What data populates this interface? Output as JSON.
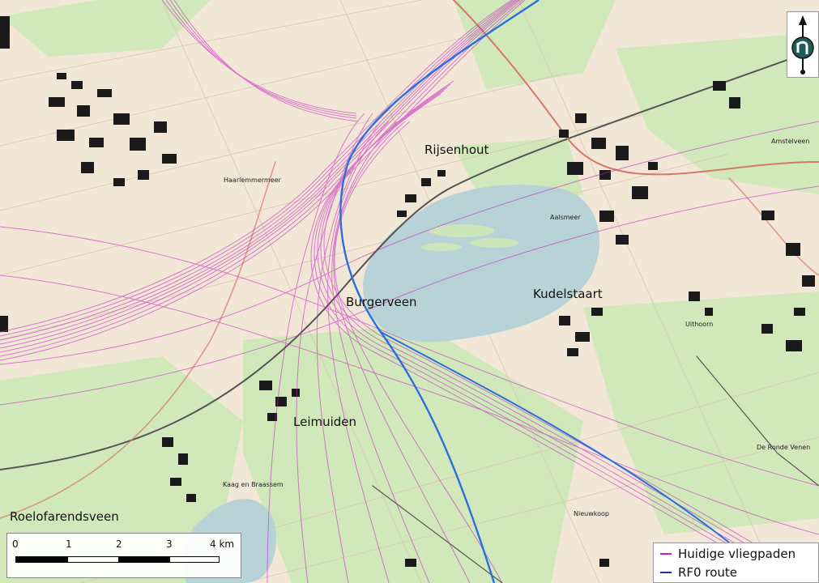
{
  "places": {
    "rijsenhout": "Rijsenhout",
    "burgerveen": "Burgerveen",
    "kudelstaart": "Kudelstaart",
    "leimuiden": "Leimuiden",
    "roelofarendsveen": "Roelofarendsveen",
    "haarlemmermeer": "Haarlemmermeer",
    "aalsmeer": "Aalsmeer",
    "amstelveen": "Amstelveen",
    "uithoorn": "Uithoorn",
    "de_ronde_venen": "De Ronde Venen",
    "kaag_en_braassem": "Kaag en Braassem",
    "nieuwkoop": "Nieuwkoop"
  },
  "scalebar": {
    "ticks": [
      "0",
      "1",
      "2",
      "3",
      "4 km"
    ]
  },
  "legend": {
    "items": [
      {
        "label": "Huidige vliegpaden",
        "color": "#c21fc0"
      },
      {
        "label": "RF0 route",
        "color": "#1f2fa0"
      }
    ]
  },
  "colors": {
    "land": "#f2e6d6",
    "grass": "#cfe8b8",
    "water": "#b7d3d8",
    "flight_paths": "#c21fc0",
    "rf0_route": "#2a6fe0"
  },
  "north_arrow_icon": "north-arrow-icon"
}
